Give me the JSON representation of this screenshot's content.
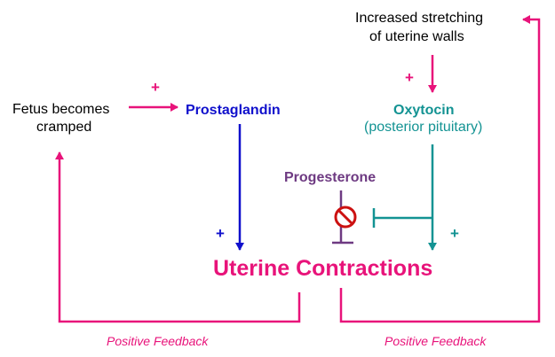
{
  "nodes": {
    "stretch_line1": "Increased stretching",
    "stretch_line2": "of uterine walls",
    "fetus_line1": "Fetus becomes",
    "fetus_line2": "cramped",
    "prostaglandin": "Prostaglandin",
    "oxytocin": "Oxytocin",
    "oxytocin_source": "(posterior pituitary)",
    "progesterone": "Progesterone",
    "uterine_contractions": "Uterine Contractions"
  },
  "signs": {
    "fetus_to_prostaglandin": "+",
    "stretch_to_oxytocin": "+",
    "prostaglandin_to_contractions": "+",
    "oxytocin_to_contractions": "+"
  },
  "feedback_labels": {
    "left": "Positive Feedback",
    "right": "Positive Feedback"
  },
  "colors": {
    "pink": "#e8137a",
    "blue": "#1010cc",
    "teal": "#139393",
    "purple": "#6e3a82",
    "red": "#cc1111"
  },
  "icons": {
    "inhibition": "no-entry-icon"
  }
}
